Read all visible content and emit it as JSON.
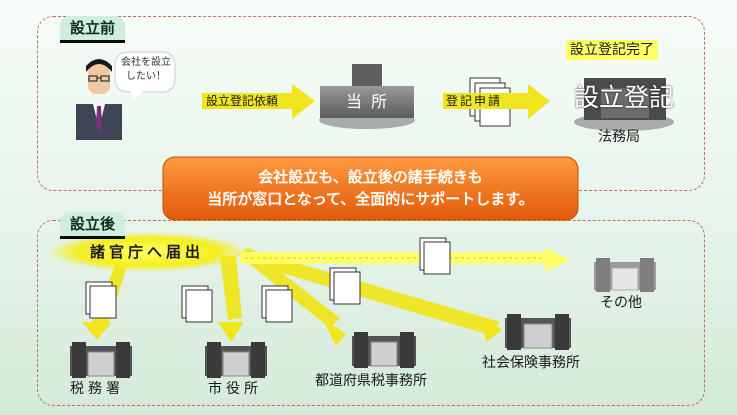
{
  "sections": {
    "before": {
      "label": "設立前"
    },
    "after": {
      "label": "設立後"
    }
  },
  "before": {
    "speech_line1": "会社を設立",
    "speech_line2": "したい！",
    "arrow1_label": "設立登記依頼",
    "our_office": "当 所",
    "arrow2_label": "登記申請",
    "complete_label": "設立登記完了",
    "big_text": "設立登記",
    "bureau": "法務局"
  },
  "banner": {
    "line1": "会社設立も、設立後の諸手続きも",
    "line2": "当所が窓口となって、全面的にサポートします。"
  },
  "after": {
    "notification": "諸官庁へ届出",
    "offices": [
      "税務署",
      "市役所",
      "都道府県税事務所",
      "社会保険事務所",
      "その他"
    ]
  },
  "colors": {
    "accent_yellow": "#f0e51f",
    "banner_orange": "#ff7a1a",
    "tab_green": "#cfeedd",
    "panel_border": "#b8735a"
  }
}
